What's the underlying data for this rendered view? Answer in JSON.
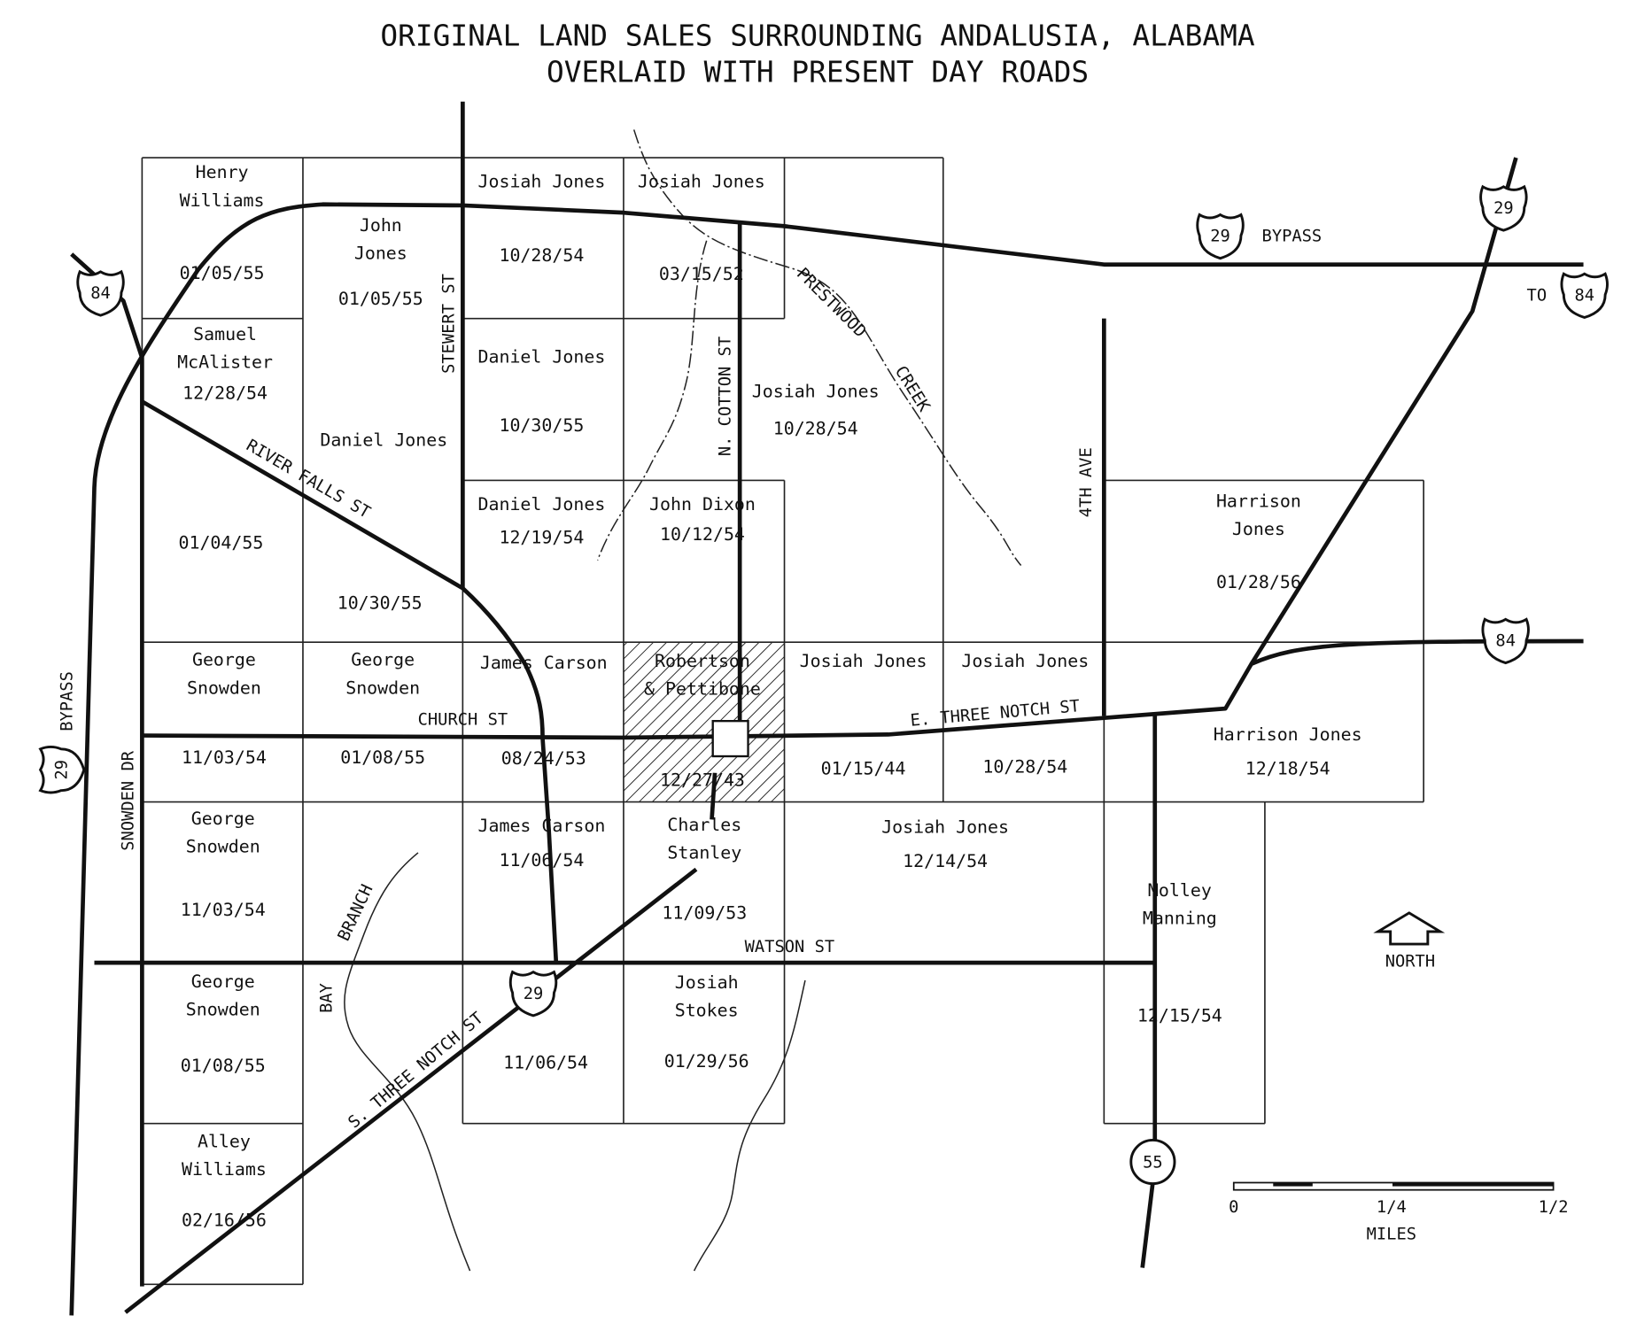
{
  "title": {
    "line1": "ORIGINAL LAND SALES SURROUNDING ANDALUSIA, ALABAMA",
    "line2": "OVERLAID WITH PRESENT DAY ROADS"
  },
  "parcels": [
    {
      "owner": [
        "Henry",
        "Williams"
      ],
      "date": "01/05/55"
    },
    {
      "owner": [
        "John",
        "Jones"
      ],
      "date": "01/05/55"
    },
    {
      "owner": [
        "Josiah Jones"
      ],
      "date": "10/28/54"
    },
    {
      "owner": [
        "Josiah Jones"
      ],
      "date": "03/15/52"
    },
    {
      "owner": [
        "Samuel",
        "McAlister"
      ],
      "date": "12/28/54"
    },
    {
      "owner": [],
      "date": "01/04/55"
    },
    {
      "owner": [
        "Daniel Jones"
      ],
      "date": null
    },
    {
      "owner": [],
      "date": "10/30/55"
    },
    {
      "owner": [
        "Daniel Jones"
      ],
      "date": "10/30/55"
    },
    {
      "owner": [
        "Josiah Jones"
      ],
      "date": "10/28/54"
    },
    {
      "owner": [
        "Daniel Jones"
      ],
      "date": "12/19/54"
    },
    {
      "owner": [
        "John Dixon"
      ],
      "date": "10/12/54"
    },
    {
      "owner": [
        "Harrison",
        "Jones"
      ],
      "date": "01/28/56"
    },
    {
      "owner": [
        "George",
        "Snowden"
      ],
      "date": "11/03/54"
    },
    {
      "owner": [
        "George",
        "Snowden"
      ],
      "date": "01/08/55"
    },
    {
      "owner": [
        "James Carson"
      ],
      "date": "08/24/53"
    },
    {
      "owner": [
        "Robertson",
        "& Pettibone"
      ],
      "date": "12/27/43"
    },
    {
      "owner": [
        "Josiah Jones"
      ],
      "date": "01/15/44"
    },
    {
      "owner": [
        "Josiah Jones"
      ],
      "date": "10/28/54"
    },
    {
      "owner": [
        "Harrison Jones"
      ],
      "date": "12/18/54"
    },
    {
      "owner": [
        "George",
        "Snowden"
      ],
      "date": "11/03/54"
    },
    {
      "owner": [
        "James Carson"
      ],
      "date": "11/06/54"
    },
    {
      "owner": [
        "Charles",
        "Stanley"
      ],
      "date": "11/09/53"
    },
    {
      "owner": [
        "Josiah Jones"
      ],
      "date": "12/14/54"
    },
    {
      "owner": [
        "Molley",
        "Manning"
      ],
      "date": "12/15/54"
    },
    {
      "owner": [
        "George",
        "Snowden"
      ],
      "date": "01/08/55"
    },
    {
      "owner": [],
      "date": "11/06/54"
    },
    {
      "owner": [
        "Josiah",
        "Stokes"
      ],
      "date": "01/29/56"
    },
    {
      "owner": [
        "Alley",
        "Williams"
      ],
      "date": "02/16/56"
    }
  ],
  "roads": {
    "stewert": "STEWERT ST",
    "cotton": "N. COTTON ST",
    "prestwood": "PRESTWOOD",
    "creek": "CREEK",
    "river_falls": "RIVER FALLS ST",
    "fourth_ave": "4TH AVE",
    "church": "CHURCH ST",
    "e_three_notch": "E. THREE NOTCH ST",
    "watson": "WATSON ST",
    "s_three_notch": "S. THREE NOTCH ST",
    "bay": "BAY",
    "branch": "BRANCH",
    "snowden": "SNOWDEN DR",
    "bypass_west": "BYPASS",
    "bypass_north": "BYPASS",
    "to": "TO"
  },
  "shields": {
    "us84_west": "84",
    "us29_bypass_north": "29",
    "us29_north": "29",
    "us84_to": "84",
    "us84_east": "84",
    "us29_south": "29",
    "us29_bypass_west": "29",
    "al55": "55"
  },
  "north_label": "NORTH",
  "scale": {
    "zero": "0",
    "quarter": "1/4",
    "half": "1/2",
    "unit": "MILES"
  },
  "hatched_parcel": "Robertson & Pettibone"
}
